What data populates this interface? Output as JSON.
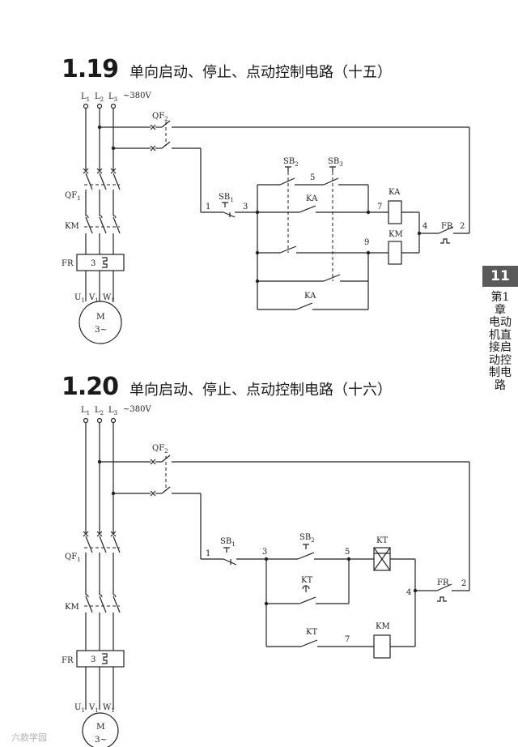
{
  "section1": {
    "num": "1.19",
    "title": "单向启动、停止、点动控制电路（十五）"
  },
  "section2": {
    "num": "1.20",
    "title": "单向启动、停止、点动控制电路（十六）"
  },
  "side_tab": {
    "page": "11",
    "chapter": "第1章 电动机直接启动控制电路"
  },
  "watermark": "六款学园",
  "labels": {
    "L1": "L",
    "L2": "L",
    "L3": "L",
    "s1": "1",
    "s2": "2",
    "s3": "3",
    "voltage": "~380V",
    "QF2": "QF",
    "QF1": "QF",
    "KM": "KM",
    "FR": "FR",
    "FRnum": "3",
    "U": "U",
    "V": "V",
    "W": "W",
    "M": "M",
    "M3": "3~",
    "SB1": "SB",
    "SB2": "SB",
    "SB3": "SB",
    "KA": "KA",
    "KT": "KT",
    "n1": "1",
    "n2": "2",
    "n3": "3",
    "n4": "4",
    "n5": "5",
    "n7": "7",
    "n9": "9"
  }
}
